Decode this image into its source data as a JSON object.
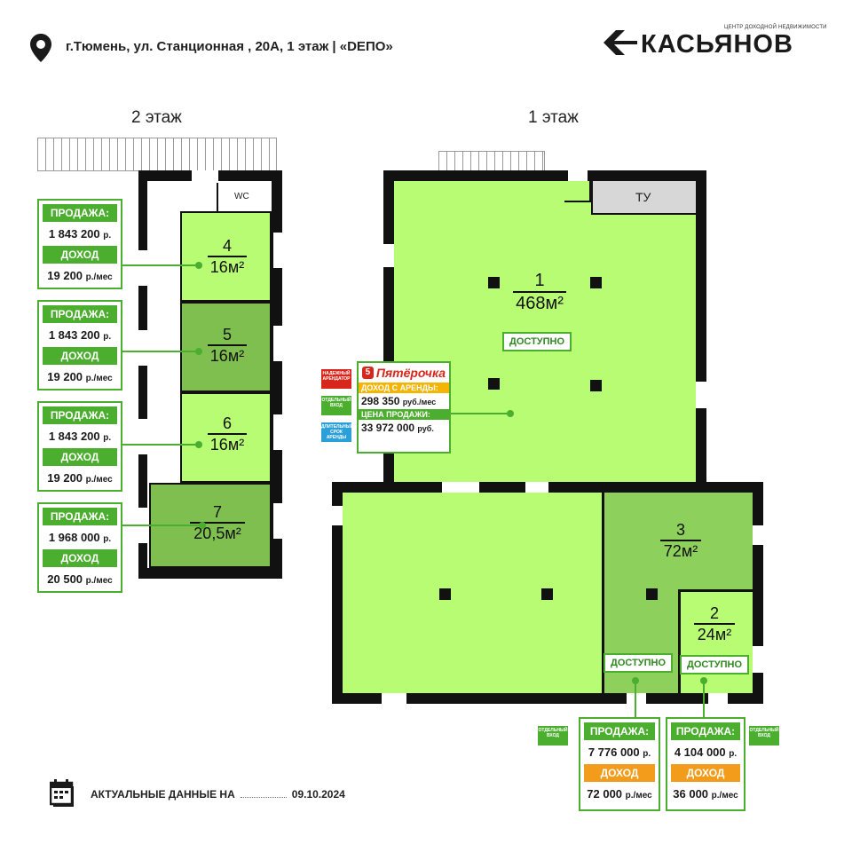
{
  "header": {
    "address": "г.Тюмень, ул. Станционная , 20А, 1 этаж  |  «DEПО»",
    "logo_text": "КАСЬЯНОВ",
    "logo_subtitle": "ЦЕНТР ДОХОДНОЙ НЕДВИЖИМОСТИ",
    "location_icon": "map-pin-icon"
  },
  "floor2": {
    "title": "2 этаж",
    "wc_label": "WC",
    "rooms": [
      {
        "num": "4",
        "area": "16м²"
      },
      {
        "num": "5",
        "area": "16м²"
      },
      {
        "num": "6",
        "area": "16м²"
      },
      {
        "num": "7",
        "area": "20,5м²"
      }
    ],
    "cards": [
      {
        "sale_label": "ПРОДАЖА:",
        "sale_value": "1 843 200",
        "sale_unit": "р.",
        "income_label": "ДОХОД",
        "income_value": "19 200",
        "income_unit": "р./мес"
      },
      {
        "sale_label": "ПРОДАЖА:",
        "sale_value": "1 843 200",
        "sale_unit": "р.",
        "income_label": "ДОХОД",
        "income_value": "19 200",
        "income_unit": "р./мес"
      },
      {
        "sale_label": "ПРОДАЖА:",
        "sale_value": "1 843 200",
        "sale_unit": "р.",
        "income_label": "ДОХОД",
        "income_value": "19 200",
        "income_unit": "р./мес"
      },
      {
        "sale_label": "ПРОДАЖА:",
        "sale_value": "1 968 000",
        "sale_unit": "р.",
        "income_label": "ДОХОД",
        "income_value": "20 500",
        "income_unit": "р./мес"
      }
    ]
  },
  "floor1": {
    "title": "1 этаж",
    "tu_label": "ТУ",
    "rooms": [
      {
        "num": "1",
        "area": "468м²",
        "status": "ДОСТУПНО"
      },
      {
        "num": "3",
        "area": "72м²",
        "status": "ДОСТУПНО"
      },
      {
        "num": "2",
        "area": "24м²",
        "status": "ДОСТУПНО"
      }
    ],
    "tenant": {
      "brand": "Пятёрочка",
      "rent_label": "ДОХОД С АРЕНДЫ:",
      "rent_value": "298 350",
      "rent_unit": "руб./мес",
      "price_label": "ЦЕНА ПРОДАЖИ:",
      "price_value": "33 972 000",
      "price_unit": "руб.",
      "tags": [
        "НАДЕЖНЫЙ АРЕНДАТОР",
        "ОТДЕЛЬНЫЙ ВХОД",
        "ДЛИТЕЛЬНЫЙ СРОК АРЕНДЫ"
      ]
    },
    "cards": [
      {
        "sale_label": "ПРОДАЖА:",
        "sale_value": "7 776 000",
        "sale_unit": "р.",
        "income_label": "ДОХОД",
        "income_value": "72 000",
        "income_unit": "р./мес",
        "tag": "ОТДЕЛЬНЫЙ ВХОД"
      },
      {
        "sale_label": "ПРОДАЖА:",
        "sale_value": "4 104 000",
        "sale_unit": "р.",
        "income_label": "ДОХОД",
        "income_value": "36 000",
        "income_unit": "р./мес",
        "tag": "ОТДЕЛЬНЫЙ ВХОД"
      }
    ]
  },
  "footer": {
    "label": "АКТУАЛЬНЫЕ ДАННЫЕ НА",
    "date": "09.10.2024",
    "icon": "calendar-icon"
  },
  "colors": {
    "lime": "#b8fc74",
    "green_room": "#8ed05c",
    "accent_green": "#4cae2e",
    "orange": "#f39c1c",
    "wall": "#111111"
  }
}
